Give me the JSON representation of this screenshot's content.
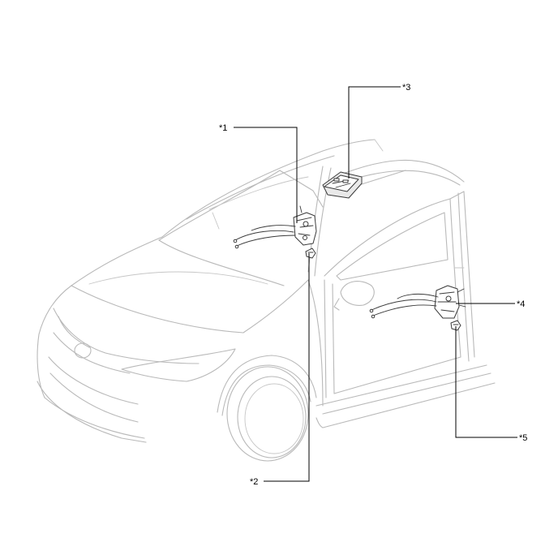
{
  "callouts": [
    {
      "id": "c1",
      "label": "*1"
    },
    {
      "id": "c2",
      "label": "*2"
    },
    {
      "id": "c3",
      "label": "*3"
    },
    {
      "id": "c4",
      "label": "*4"
    },
    {
      "id": "c5",
      "label": "*5"
    }
  ]
}
